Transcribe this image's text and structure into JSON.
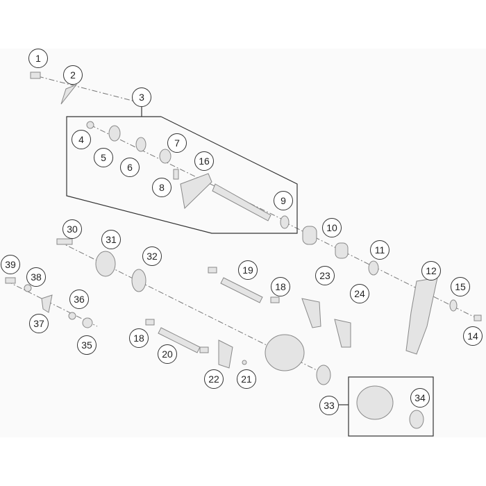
{
  "diagram": {
    "callouts": [
      {
        "id": "c1",
        "label": "1"
      },
      {
        "id": "c2",
        "label": "2"
      },
      {
        "id": "c3",
        "label": "3"
      },
      {
        "id": "c4",
        "label": "4"
      },
      {
        "id": "c5",
        "label": "5"
      },
      {
        "id": "c6",
        "label": "6"
      },
      {
        "id": "c7",
        "label": "7"
      },
      {
        "id": "c8",
        "label": "8"
      },
      {
        "id": "c16",
        "label": "16"
      },
      {
        "id": "c9",
        "label": "9"
      },
      {
        "id": "c10",
        "label": "10"
      },
      {
        "id": "c11",
        "label": "11"
      },
      {
        "id": "c12",
        "label": "12"
      },
      {
        "id": "c15",
        "label": "15"
      },
      {
        "id": "c14",
        "label": "14"
      },
      {
        "id": "c30",
        "label": "30"
      },
      {
        "id": "c31",
        "label": "31"
      },
      {
        "id": "c32",
        "label": "32"
      },
      {
        "id": "c39",
        "label": "39"
      },
      {
        "id": "c38",
        "label": "38"
      },
      {
        "id": "c36",
        "label": "36"
      },
      {
        "id": "c37",
        "label": "37"
      },
      {
        "id": "c35",
        "label": "35"
      },
      {
        "id": "c19",
        "label": "19"
      },
      {
        "id": "c18a",
        "label": "18"
      },
      {
        "id": "c23",
        "label": "23"
      },
      {
        "id": "c24",
        "label": "24"
      },
      {
        "id": "c18b",
        "label": "18"
      },
      {
        "id": "c20",
        "label": "20"
      },
      {
        "id": "c22",
        "label": "22"
      },
      {
        "id": "c21",
        "label": "21"
      },
      {
        "id": "c33",
        "label": "33"
      },
      {
        "id": "c34",
        "label": "34"
      }
    ]
  }
}
